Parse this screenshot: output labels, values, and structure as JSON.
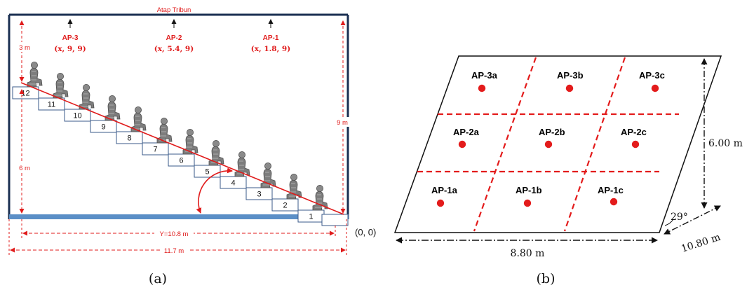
{
  "panel_a": {
    "roof_label": "Atap Tribun",
    "access_points": [
      {
        "name": "AP-3",
        "coords": "(x, 9, 9)"
      },
      {
        "name": "AP-2",
        "coords": "(x, 5.4, 9)"
      },
      {
        "name": "AP-1",
        "coords": "(x, 1.8, 9)"
      }
    ],
    "dim_left_top": "3 m",
    "dim_left_bottom": "6 m",
    "dim_right": "9 m",
    "dim_y": "Y=10.8 m",
    "dim_total": "11.7 m",
    "steps": [
      "12",
      "11",
      "10",
      "9",
      "8",
      "7",
      "6",
      "5",
      "4",
      "3",
      "2",
      "1"
    ],
    "caption": "(a)"
  },
  "panel_b": {
    "zones": [
      {
        "label": "AP-3a"
      },
      {
        "label": "AP-3b"
      },
      {
        "label": "AP-3c"
      },
      {
        "label": "AP-2a"
      },
      {
        "label": "AP-2b"
      },
      {
        "label": "AP-2c"
      },
      {
        "label": "AP-1a"
      },
      {
        "label": "AP-1b"
      },
      {
        "label": "AP-1c"
      }
    ],
    "origin": "(0, 0)",
    "dim_bottom": "8.80 m",
    "dim_height": "6.00 m",
    "dim_slant": "10.80 m",
    "angle": "29°",
    "caption": "(b)"
  },
  "colors": {
    "annotation": "#e01b1b",
    "floor": "#5b8fc7",
    "wall": "#1a2f52",
    "ap_marker": "#e31b1b"
  }
}
